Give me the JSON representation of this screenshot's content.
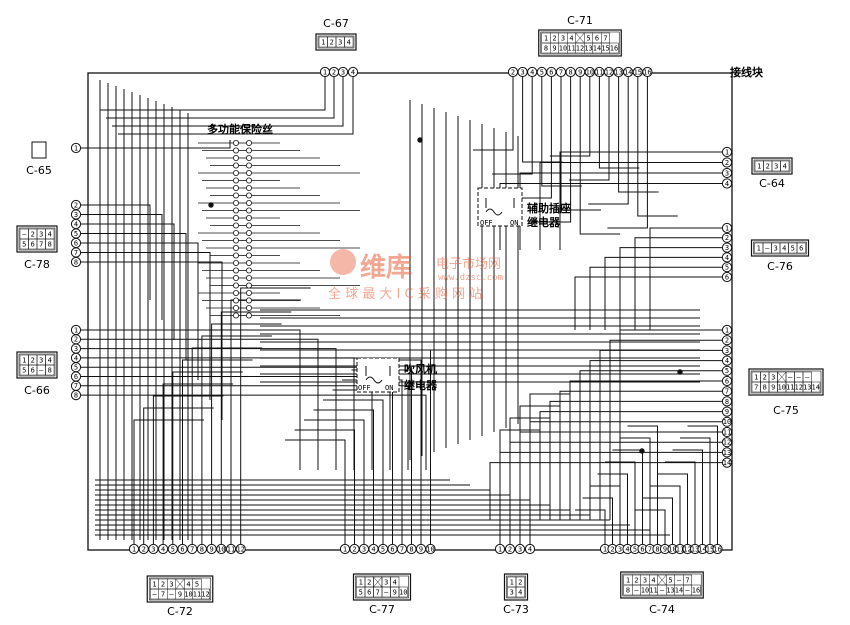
{
  "labels": {
    "junction_block": "接线块",
    "multi_fuse": "多功能保险丝",
    "aux_relay_line1": "辅助插座",
    "aux_relay_line2": "继电器",
    "blower_relay_line1": "吹风机",
    "blower_relay_line2": "继电器",
    "relay_off": "OFF",
    "relay_on": "ON"
  },
  "watermark": {
    "brand": "维库",
    "site_name": "电子市场网",
    "url": "www.dzsc.com",
    "slogan": "全 球 最 大 I C 采 购 网 站"
  },
  "connectors": {
    "c67": {
      "name": "C-67",
      "face_rows": [
        [
          "1",
          "2",
          "3",
          "4"
        ]
      ],
      "pins": [
        "1",
        "2",
        "3",
        "4"
      ]
    },
    "c71": {
      "name": "C-71",
      "face_rows": [
        [
          "1",
          "2",
          "3",
          "4",
          "",
          "5",
          "6",
          "7"
        ],
        [
          "8",
          "9",
          "10",
          "11",
          "12",
          "13",
          "14",
          "15",
          "16"
        ]
      ],
      "pins": [
        "2",
        "3",
        "4",
        "5",
        "6",
        "7",
        "8",
        "9",
        "10",
        "11",
        "12",
        "13",
        "14",
        "15",
        "16"
      ]
    },
    "c65": {
      "name": "C-65",
      "pins": [
        "1"
      ]
    },
    "c78": {
      "name": "C-78",
      "face_rows": [
        [
          "–",
          "2",
          "3",
          "4"
        ],
        [
          "5",
          "6",
          "7",
          "8"
        ]
      ],
      "pins": [
        "2",
        "3",
        "4",
        "5",
        "6",
        "7",
        "8"
      ]
    },
    "c66": {
      "name": "C-66",
      "face_rows": [
        [
          "1",
          "2",
          "3",
          "4"
        ],
        [
          "5",
          "6",
          "–",
          "8"
        ]
      ],
      "pins": [
        "1",
        "2",
        "3",
        "4",
        "5",
        "6",
        "7",
        "8"
      ]
    },
    "c64": {
      "name": "C-64",
      "face_rows": [
        [
          "1",
          "2",
          "3",
          "4"
        ]
      ],
      "pins": [
        "1",
        "2",
        "3",
        "4"
      ]
    },
    "c76": {
      "name": "C-76",
      "face_rows": [
        [
          "1",
          "–",
          "3",
          "4",
          "5",
          "6"
        ]
      ],
      "pins": [
        "1",
        "2",
        "3",
        "4",
        "5",
        "6"
      ]
    },
    "c75": {
      "name": "C-75",
      "face_rows": [
        [
          "1",
          "2",
          "3",
          "",
          "–",
          "–",
          "–"
        ],
        [
          "7",
          "8",
          "9",
          "10",
          "11",
          "12",
          "13",
          "14"
        ]
      ],
      "pins": [
        "1",
        "2",
        "3",
        "4",
        "5",
        "6",
        "7",
        "8",
        "9",
        "10",
        "11",
        "12",
        "13",
        "14"
      ]
    },
    "c72": {
      "name": "C-72",
      "face_rows": [
        [
          "1",
          "2",
          "3",
          "",
          "4",
          "5"
        ],
        [
          "–",
          "7",
          "–",
          "9",
          "10",
          "11",
          "12"
        ]
      ],
      "pins": [
        "1",
        "2",
        "3",
        "4",
        "5",
        "6",
        "7",
        "8",
        "9",
        "10",
        "11",
        "12"
      ]
    },
    "c77": {
      "name": "C-77",
      "face_rows": [
        [
          "1",
          "2",
          "",
          "3",
          "4"
        ],
        [
          "5",
          "6",
          "7",
          "–",
          "9",
          "10"
        ]
      ],
      "pins": [
        "1",
        "2",
        "3",
        "4",
        "5",
        "6",
        "7",
        "8",
        "9",
        "10"
      ]
    },
    "c73": {
      "name": "C-73",
      "face_rows": [
        [
          "1",
          "2"
        ],
        [
          "3",
          "4"
        ]
      ],
      "pins": [
        "1",
        "2",
        "3",
        "4"
      ]
    },
    "c74": {
      "name": "C-74",
      "face_rows": [
        [
          "1",
          "2",
          "3",
          "4",
          "",
          "5",
          "–",
          "7"
        ],
        [
          "8",
          "–",
          "10",
          "11",
          "–",
          "13",
          "14",
          "–",
          "16"
        ]
      ],
      "pins": [
        "1",
        "2",
        "3",
        "4",
        "5",
        "6",
        "7",
        "8",
        "9",
        "10",
        "11",
        "12",
        "13",
        "14",
        "15",
        "16"
      ]
    }
  }
}
